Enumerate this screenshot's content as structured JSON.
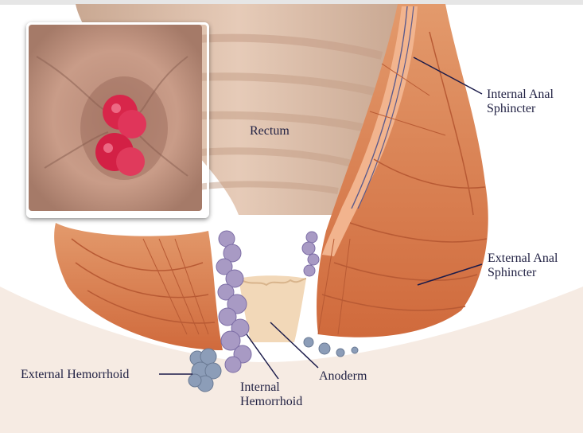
{
  "labels": {
    "rectum": "Rectum",
    "internal_anal_sphincter": [
      "Internal Anal",
      "Sphincter"
    ],
    "external_anal_sphincter": [
      "External Anal",
      "Sphincter"
    ],
    "external_hemorrhoid": "External Hemorrhoid",
    "internal_hemorrhoid": [
      "Internal",
      "Hemorrhoid"
    ],
    "anoderm": "Anoderm"
  },
  "colors": {
    "muscle": "#d9784a",
    "muscle_light": "#f0b99a",
    "rectum_wall": "#d9b8a3",
    "hemorrhoid": "#a89ac4",
    "external_hemorrhoid": "#8c9db8",
    "label_text": "#222244",
    "leader_line": "#1b1b4a"
  },
  "inset": {
    "icon": "clinical-photo"
  }
}
